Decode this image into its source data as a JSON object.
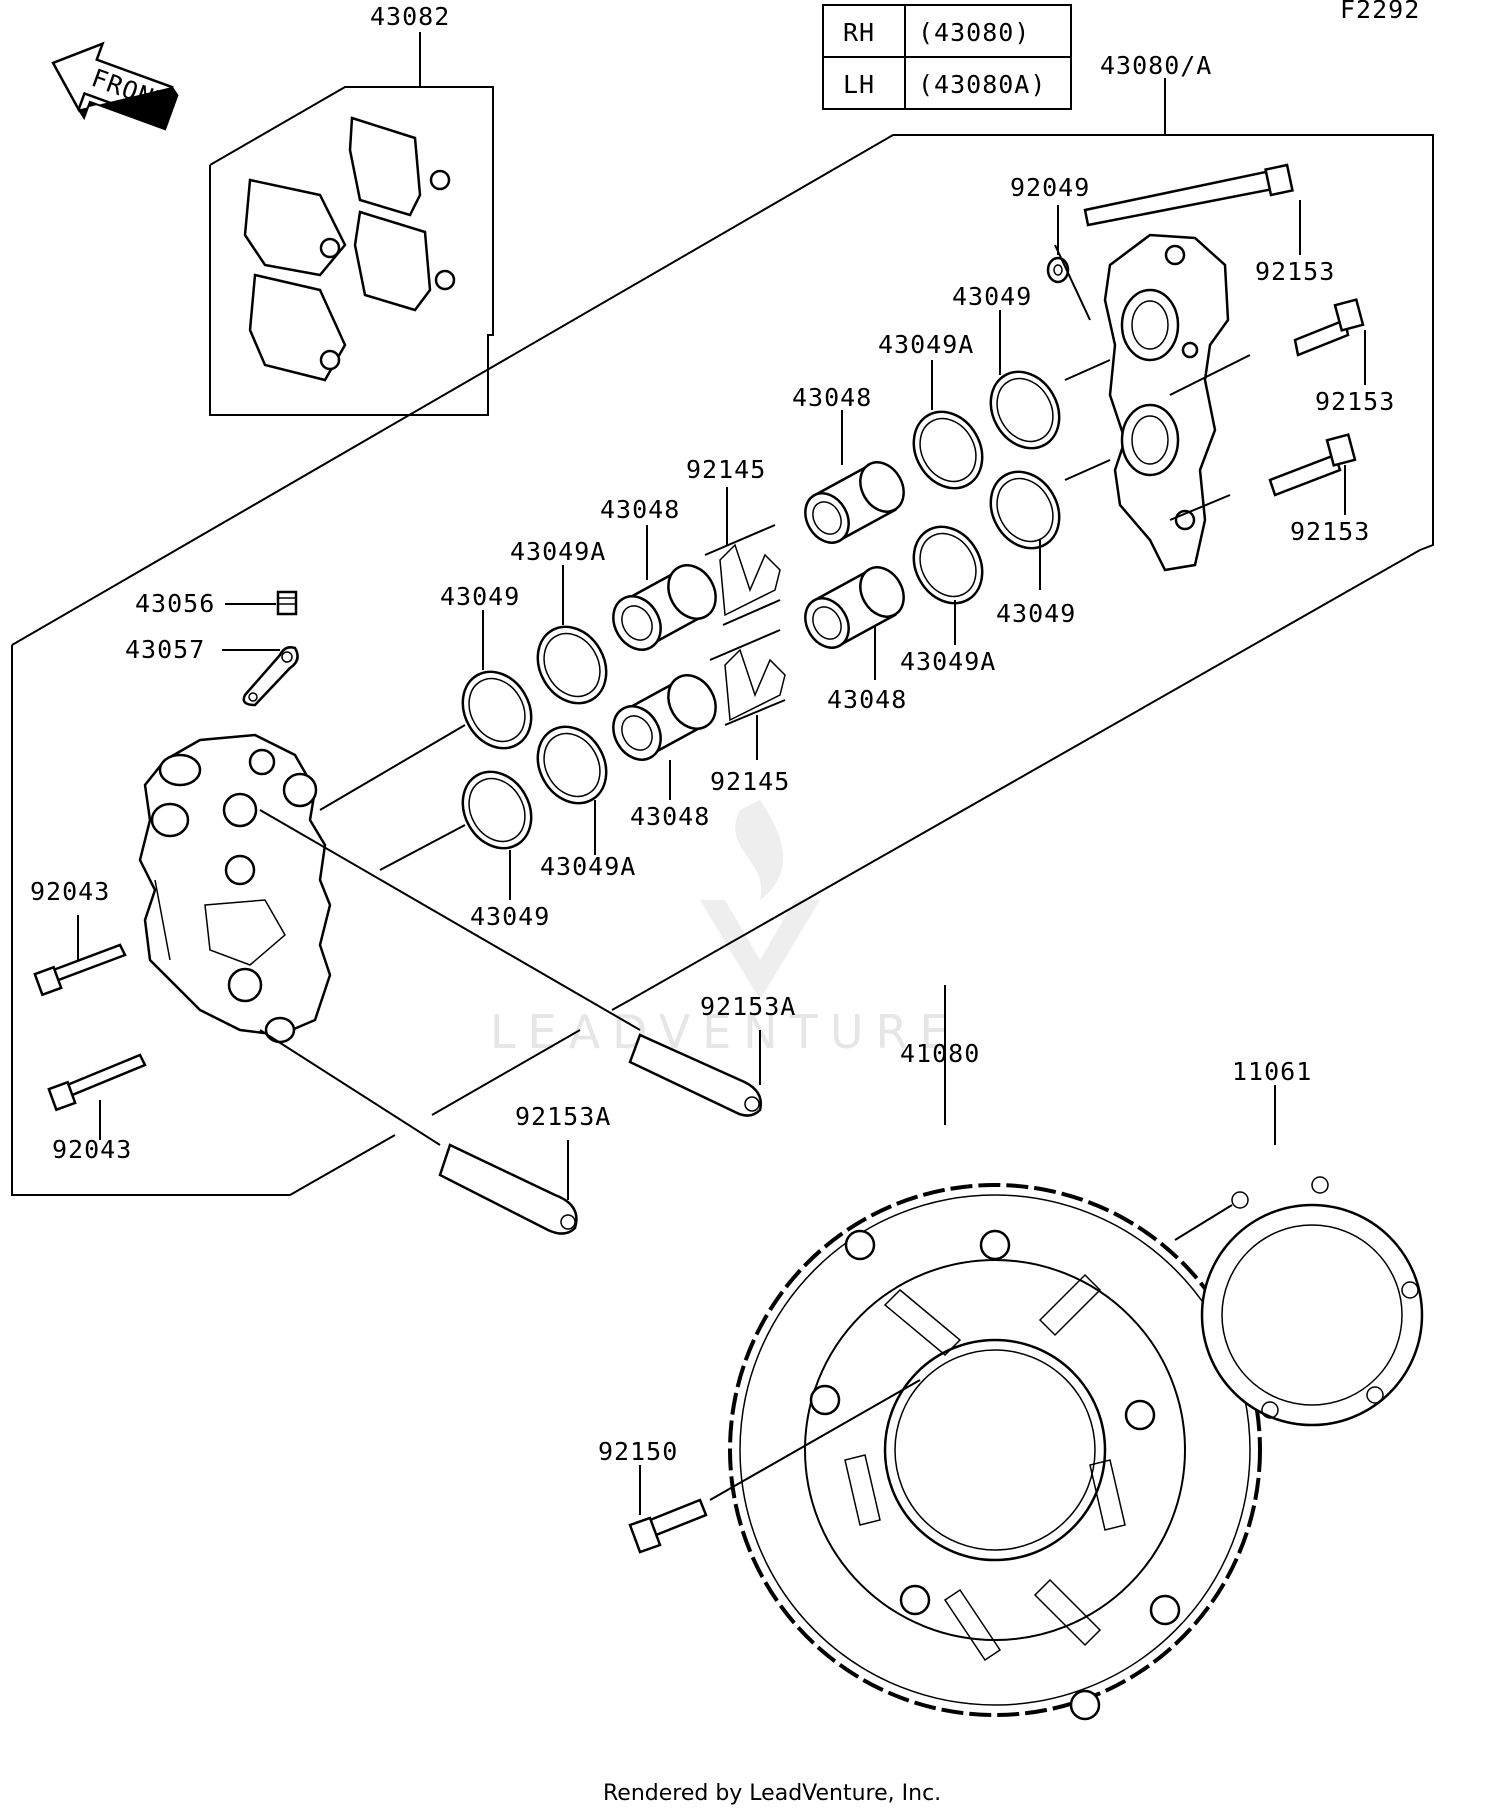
{
  "figure_code": "F2292",
  "front_arrow_label": "FRONT",
  "variant_table": [
    {
      "side": "RH",
      "part": "(43080)"
    },
    {
      "side": "LH",
      "part": "(43080A)"
    }
  ],
  "parts": {
    "pad_set": "43082",
    "caliper_assy": "43080/A",
    "washer": "92049",
    "seal_43049": "43049",
    "seal_43049a": "43049A",
    "piston": "43048",
    "spring": "92145",
    "bolt_92153": "92153",
    "bleeder_valve": "43056",
    "cap": "43057",
    "pin_92043": "92043",
    "bolt_92153a": "92153A",
    "disc": "41080",
    "shim": "11061",
    "disc_bolt": "92150"
  },
  "watermark": "LEADVENTURE",
  "footer": "Rendered by LeadVenture, Inc."
}
